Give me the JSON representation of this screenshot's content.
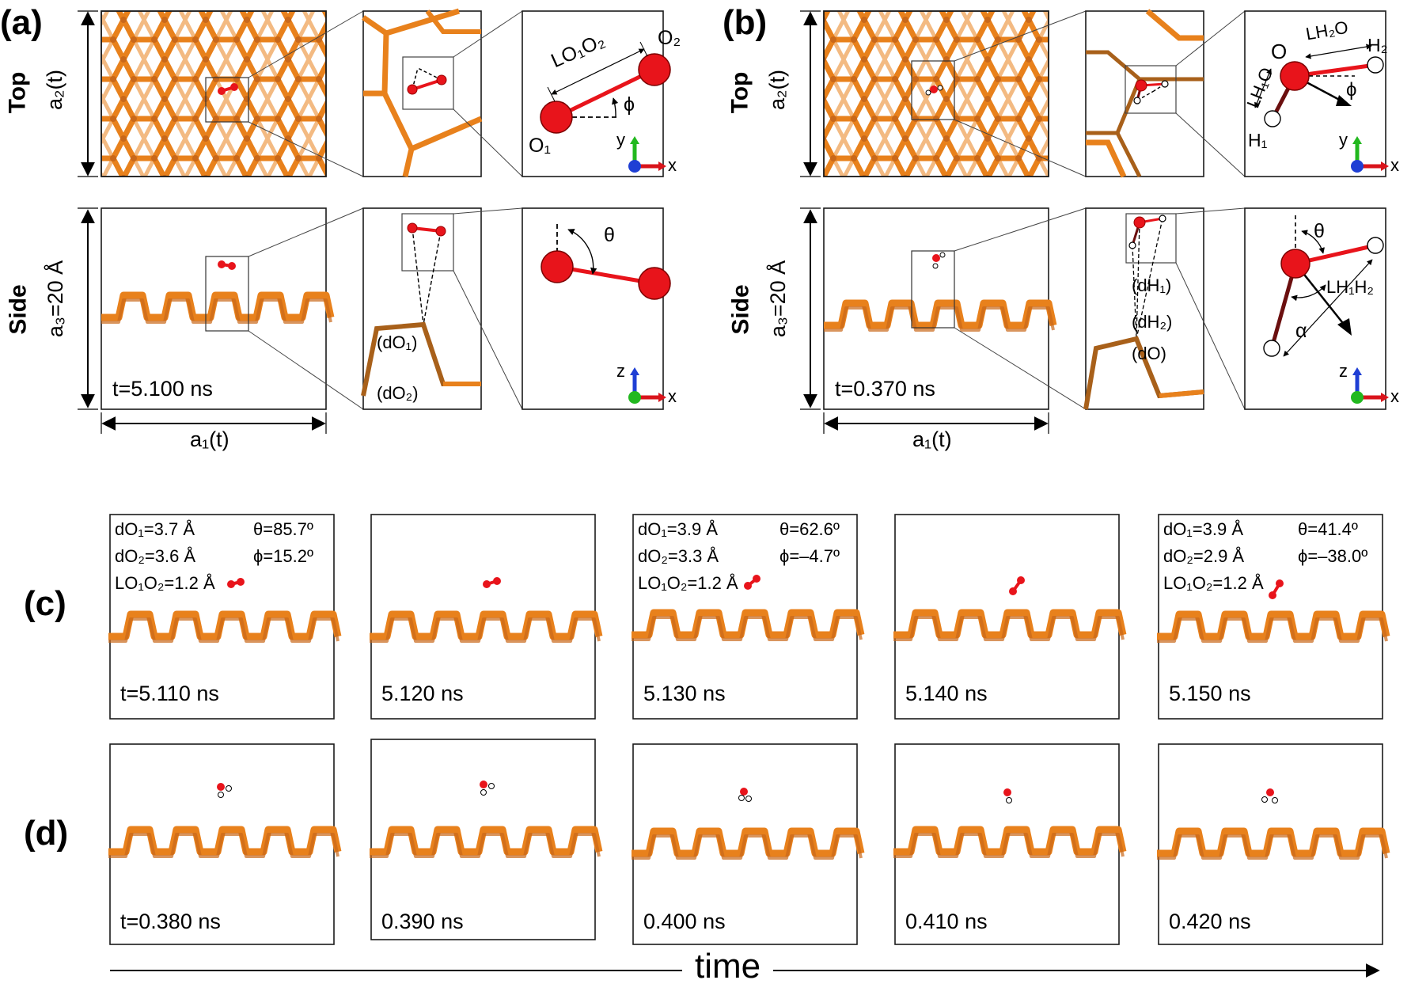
{
  "panel_a": {
    "label": "(a)",
    "row_top": "Top",
    "row_side": "Side",
    "axis_a2": "a₂(t)",
    "axis_a3": "a₃=20 Å",
    "axis_a1": "a₁(t)",
    "time": "t=5.100 ns",
    "L_label": "LO₁O₂",
    "O1": "O₁",
    "O2": "O₂",
    "phi": "ϕ",
    "theta": "θ",
    "dist_1": "(dO₁)",
    "dist_2": "(dO₂)",
    "axes_top": {
      "v": "y",
      "h": "x"
    },
    "axes_side": {
      "v": "z",
      "h": "x"
    }
  },
  "panel_b": {
    "label": "(b)",
    "row_top": "Top",
    "row_side": "Side",
    "axis_a2": "a₂(t)",
    "axis_a3": "a₃=20 Å",
    "axis_a1": "a₁(t)",
    "time": "t=0.370 ns",
    "O": "O",
    "H1": "H₁",
    "H2": "H₂",
    "L_H2O": "LH₂O",
    "L_H1O": "LH₁O",
    "L_H1H2": "LH₁H₂",
    "phi": "ϕ",
    "theta": "θ",
    "alpha": "α",
    "dist_h1": "(dH₁)",
    "dist_h2": "(dH₂)",
    "dist_o": "(dO)",
    "axes_top": {
      "v": "y",
      "h": "x"
    },
    "axes_side": {
      "v": "z",
      "h": "x"
    }
  },
  "panel_c": {
    "label": "(c)",
    "frames": [
      {
        "time": "t=5.110 ns",
        "d1": "dO₁=3.7 Å",
        "d2": "dO₂=3.6 Å",
        "L": "LO₁O₂=1.2 Å",
        "theta": "θ=85.7º",
        "phi": "ϕ=15.2º"
      },
      {
        "time": "5.120 ns"
      },
      {
        "time": "5.130 ns",
        "d1": "dO₁=3.9 Å",
        "d2": "dO₂=3.3 Å",
        "L": "LO₁O₂=1.2 Å",
        "theta": "θ=62.6º",
        "phi": "ϕ=–4.7º"
      },
      {
        "time": "5.140 ns"
      },
      {
        "time": "5.150 ns",
        "d1": "dO₁=3.9 Å",
        "d2": "dO₂=2.9 Å",
        "L": "LO₁O₂=1.2 Å",
        "theta": "θ=41.4º",
        "phi": "ϕ=–38.0º"
      }
    ]
  },
  "panel_d": {
    "label": "(d)",
    "frames": [
      {
        "time": "t=0.380 ns"
      },
      {
        "time": "0.390 ns"
      },
      {
        "time": "0.400 ns"
      },
      {
        "time": "0.410 ns"
      },
      {
        "time": "0.420 ns"
      }
    ]
  },
  "time_axis": "time",
  "colors": {
    "lattice": "#e8811c",
    "lattice_dark": "#a8601a",
    "oxygen": "#e8141b",
    "hydrogen": "#ffffff",
    "axis_x": "#d9141b",
    "axis_y": "#22b81f",
    "axis_z": "#1f3fd4"
  }
}
